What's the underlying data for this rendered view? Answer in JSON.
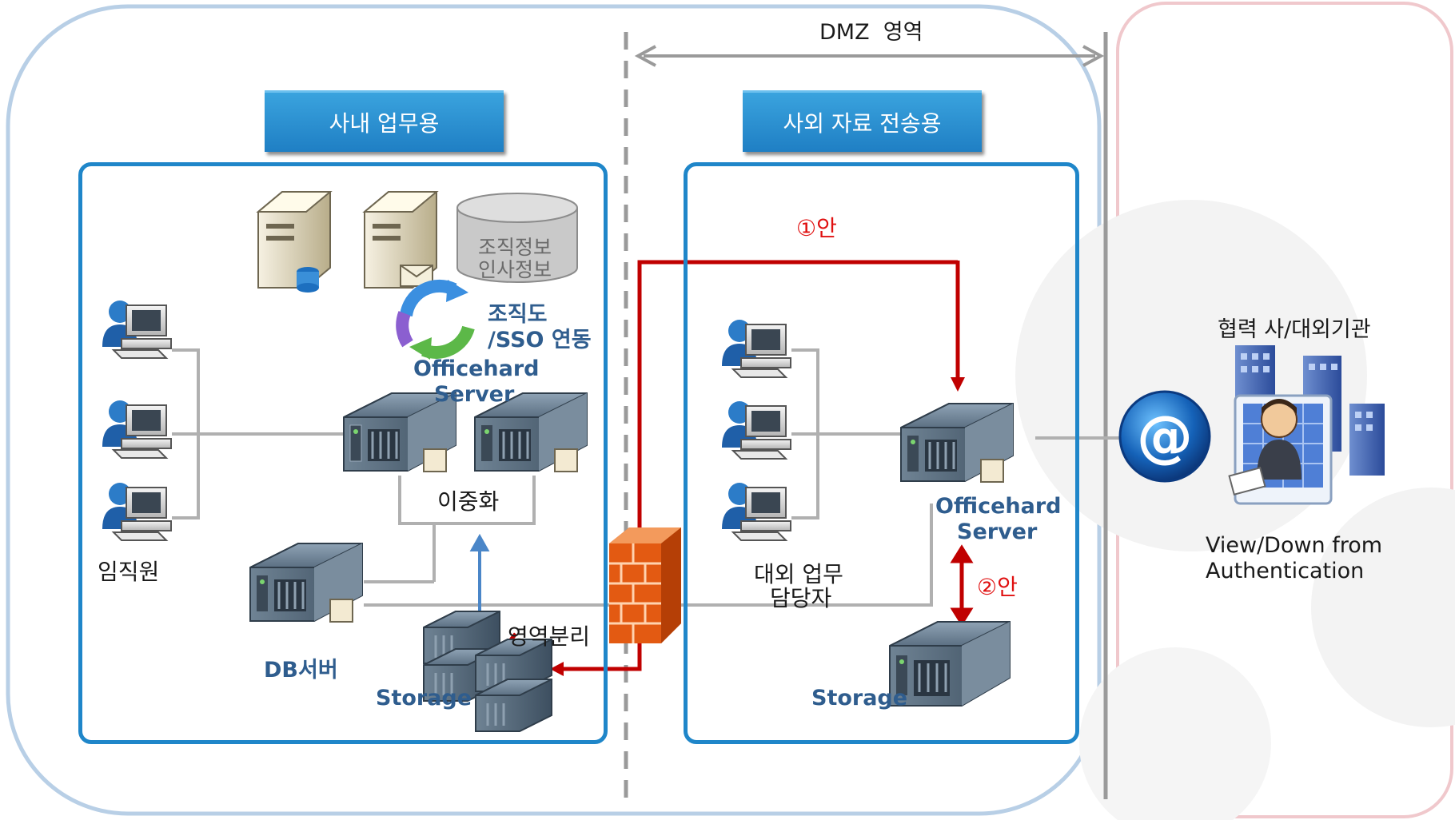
{
  "zones": {
    "dmz_label": "DMZ  영역",
    "internal_header": "사내 업무용",
    "external_header": "사외 자료 전송용"
  },
  "internal": {
    "db_info_line1": "조직정보",
    "db_info_line2": "인사정보",
    "sync_line1": "조직도",
    "sync_line2": "/SSO 연동",
    "server_line1": "Officehard",
    "server_line2": "Server",
    "redundancy_label": "이중화",
    "employees_label": "임직원",
    "db_server_label": "DB서버",
    "storage_label": "Storage",
    "separation_label": "영역분리"
  },
  "external": {
    "step1_label": "①안",
    "step2_label": "②안",
    "server_line1": "Officehard",
    "server_line2": "Server",
    "staff_line1": "대외 업무",
    "staff_line2": "담당자",
    "storage_label": "Storage"
  },
  "partner": {
    "title": "협력 사/대외기관",
    "caption_line1": "View/Down from",
    "caption_line2": "Authentication"
  },
  "colors": {
    "panel_border": "#1f86c9",
    "header_fill": "#2a93d5",
    "red_path": "#c00000",
    "blue_arrow": "#4a86c8",
    "internal_zone": "#b8cfe6",
    "partner_zone": "#f0c8cc"
  }
}
